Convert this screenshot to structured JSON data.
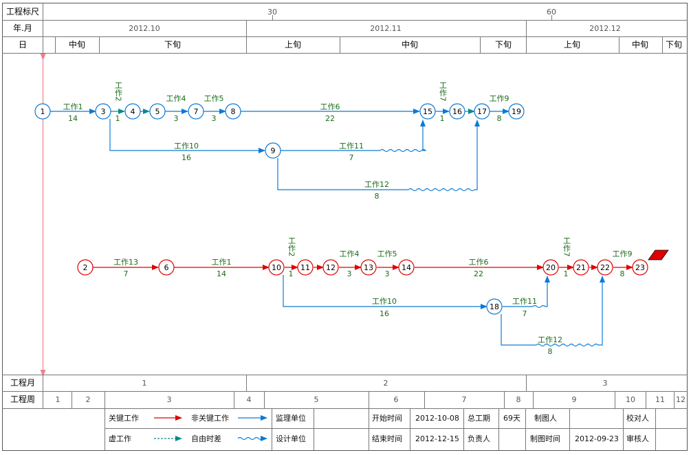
{
  "header": {
    "scale_label": "工程标尺",
    "scale_marks": [
      "30",
      "60"
    ],
    "ym_label": "年.月",
    "months": [
      "2012.10",
      "2012.11",
      "2012.12"
    ],
    "day_label": "日",
    "xun": [
      "中旬",
      "下旬",
      "上旬",
      "中旬",
      "下旬",
      "上旬",
      "中旬",
      "下旬"
    ]
  },
  "footer": {
    "month_label": "工程月",
    "months": [
      "1",
      "2",
      "3"
    ],
    "week_label": "工程周",
    "weeks": [
      "1",
      "2",
      "3",
      "4",
      "5",
      "6",
      "7",
      "8",
      "9",
      "10",
      "11",
      "12"
    ]
  },
  "legend": {
    "critical": "关键工作",
    "noncritical": "非关键工作",
    "dummy": "虚工作",
    "float": "自由时差",
    "supervisor_label": "监理单位",
    "supervisor_value": "",
    "design_label": "设计单位",
    "design_value": "",
    "start_label": "开始时间",
    "start_value": "2012-10-08",
    "end_label": "结束时间",
    "end_value": "2012-12-15",
    "duration_label": "总工期",
    "duration_value": "69天",
    "owner_label": "负责人",
    "owner_value": "",
    "drawer_label": "制图人",
    "drawer_value": "",
    "drawtime_label": "制图时间",
    "drawtime_value": "2012-09-23",
    "checker_label": "校对人",
    "checker_value": "",
    "reviewer_label": "审核人",
    "reviewer_value": ""
  },
  "colors": {
    "critical": "#e00000",
    "noncritical": "#0a7ad8",
    "dummy": "#0a8a8a",
    "label": "#1a6b1a",
    "axis": "#f08090"
  },
  "network_blue": {
    "nodes": [
      "1",
      "3",
      "4",
      "5",
      "7",
      "8",
      "15",
      "16",
      "17",
      "19",
      "9"
    ],
    "tasks": [
      {
        "name": "工作1",
        "dur": "14"
      },
      {
        "name": "工作2",
        "dur": "1"
      },
      {
        "name": "工作4",
        "dur": "3"
      },
      {
        "name": "工作5",
        "dur": "3"
      },
      {
        "name": "工作6",
        "dur": "22"
      },
      {
        "name": "工作7",
        "dur": "1"
      },
      {
        "name": "工作9",
        "dur": "8"
      },
      {
        "name": "工作10",
        "dur": "16"
      },
      {
        "name": "工作11",
        "dur": "7"
      },
      {
        "name": "工作12",
        "dur": "8"
      }
    ]
  },
  "network_red": {
    "nodes": [
      "2",
      "6",
      "10",
      "11",
      "12",
      "13",
      "14",
      "20",
      "21",
      "22",
      "23",
      "18"
    ],
    "tasks": [
      {
        "name": "工作13",
        "dur": "7"
      },
      {
        "name": "工作1",
        "dur": "14"
      },
      {
        "name": "工作2",
        "dur": "1"
      },
      {
        "name": "工作4",
        "dur": "3"
      },
      {
        "name": "工作5",
        "dur": "3"
      },
      {
        "name": "工作6",
        "dur": "22"
      },
      {
        "name": "工作7",
        "dur": "1"
      },
      {
        "name": "工作9",
        "dur": "8"
      },
      {
        "name": "工作10",
        "dur": "16"
      },
      {
        "name": "工作11",
        "dur": "7"
      },
      {
        "name": "工作12",
        "dur": "8"
      }
    ]
  }
}
